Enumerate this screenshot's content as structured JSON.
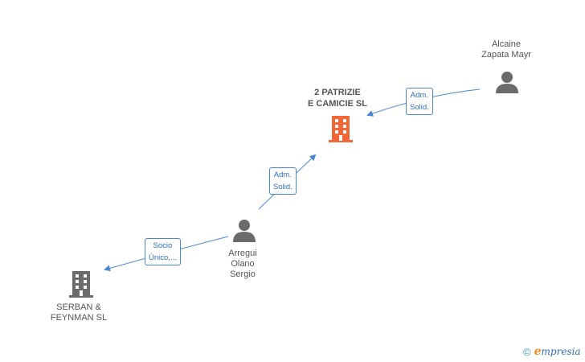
{
  "nodes": {
    "main_company": {
      "line1": "2 PATRIZIE",
      "line2": "E CAMICIE SL",
      "type": "company",
      "color": "#f26535"
    },
    "person_alcaine": {
      "line1": "Alcaine",
      "line2": "Zapata Mayr",
      "type": "person",
      "color": "#6b6b6b"
    },
    "person_arregui": {
      "line1": "Arregui",
      "line2": "Olano",
      "line3": "Sergio",
      "type": "person",
      "color": "#6b6b6b"
    },
    "company_serban": {
      "line1": "SERBAN &",
      "line2": "FEYNMAN SL",
      "type": "company",
      "color": "#6b6b6b"
    }
  },
  "edges": {
    "alcaine_to_main": {
      "line1": "Adm.",
      "line2": "Solid."
    },
    "arregui_to_main": {
      "line1": "Adm.",
      "line2": "Solid."
    },
    "arregui_to_serban": {
      "line1": "Socio",
      "line2": "Único,..."
    }
  },
  "colors": {
    "edge": "#4a86d4",
    "main_company": "#f26535",
    "node": "#6b6b6b"
  },
  "footer": {
    "copyright": "©",
    "brand_initial": "e",
    "brand_rest": "mpresia"
  }
}
